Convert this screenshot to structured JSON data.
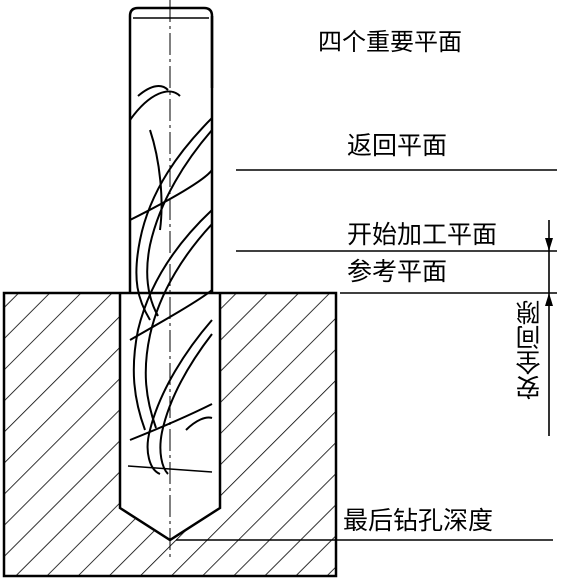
{
  "title": "四个重要平面",
  "planes": {
    "return_plane": "返回平面",
    "start_machining_plane": "开始加工平面",
    "reference_plane": "参考平面",
    "final_drilling_depth": "最后钻孔深度"
  },
  "safety_clearance": "安全间隙",
  "colors": {
    "ink": "#000000",
    "background": "#ffffff"
  }
}
